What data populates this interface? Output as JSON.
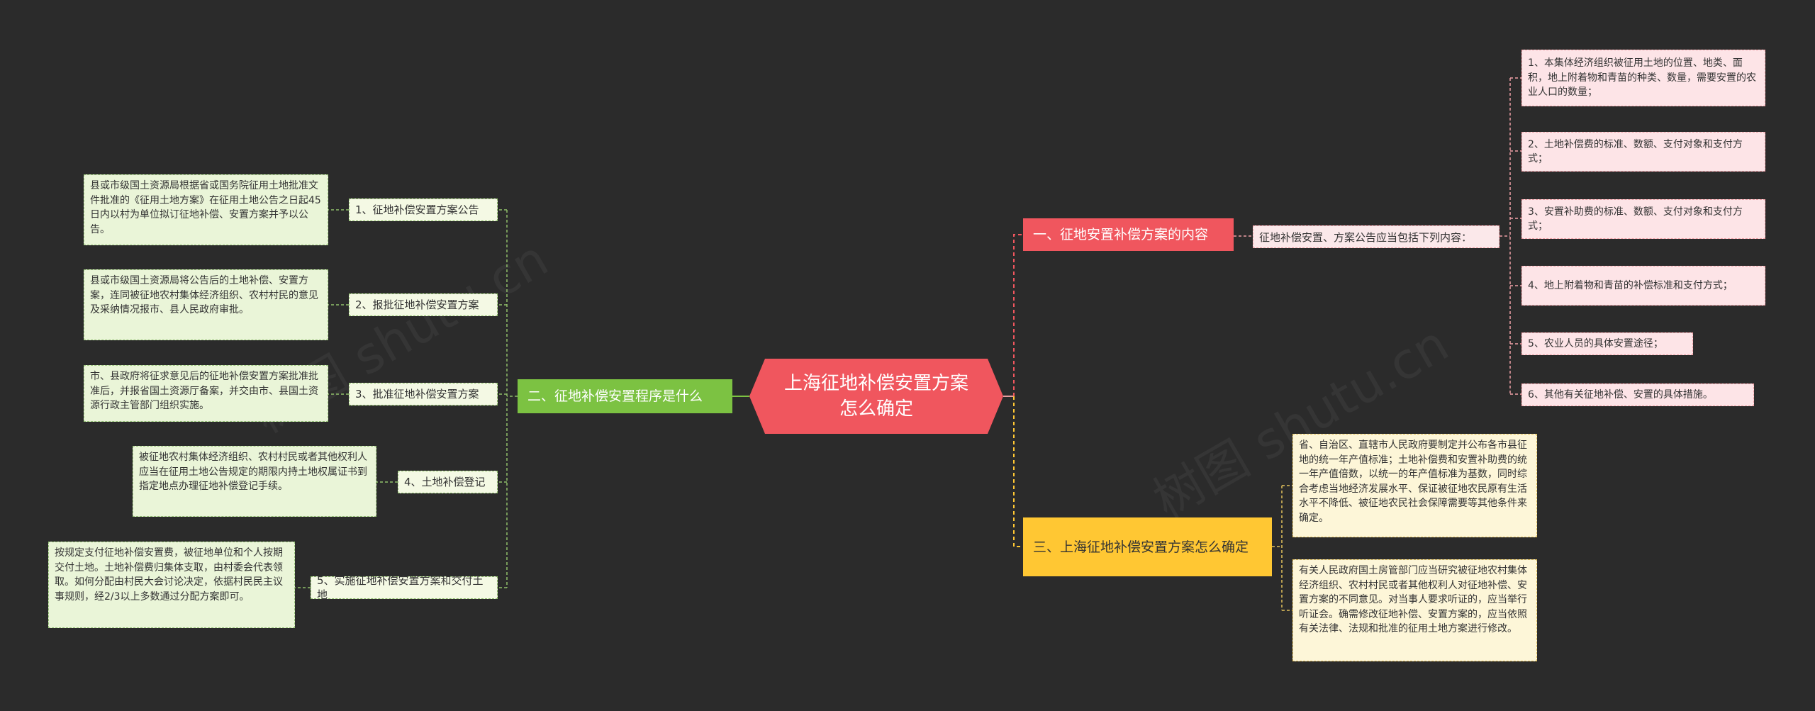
{
  "root": {
    "title": "上海征地补偿安置方案怎么确定"
  },
  "branch1": {
    "title": "一、征地安置补偿方案的内容",
    "intro": "征地补偿安置、方案公告应当包括下列内容：",
    "items": [
      "1、本集体经济组织被征用土地的位置、地类、面积，地上附着物和青苗的种类、数量，需要安置的农业人口的数量；",
      "2、土地补偿费的标准、数额、支付对象和支付方式；",
      "3、安置补助费的标准、数额、支付对象和支付方式；",
      "4、地上附着物和青苗的补偿标准和支付方式；",
      "5、农业人员的具体安置途径；",
      "6、其他有关征地补偿、安置的具体措施。"
    ]
  },
  "branch2": {
    "title": "二、征地补偿安置程序是什么",
    "steps": [
      {
        "label": "1、征地补偿安置方案公告",
        "detail": "县或市级国土资源局根据省或国务院征用土地批准文件批准的《征用土地方案》在征用土地公告之日起45日内以村为单位拟订征地补偿、安置方案并予以公告。"
      },
      {
        "label": "2、报批征地补偿安置方案",
        "detail": "县或市级国土资源局将公告后的土地补偿、安置方案，连同被征地农村集体经济组织、农村村民的意见及采纳情况报市、县人民政府审批。"
      },
      {
        "label": "3、批准征地补偿安置方案",
        "detail": "市、县政府将征求意见后的征地补偿安置方案批准批准后，并报省国土资源厅备案，并交由市、县国土资源行政主管部门组织实施。"
      },
      {
        "label": "4、土地补偿登记",
        "detail": "被征地农村集体经济组织、农村村民或者其他权利人应当在征用土地公告规定的期限内持土地权属证书到指定地点办理征地补偿登记手续。"
      },
      {
        "label": "5、实施征地补偿安置方案和交付土地",
        "detail": "按规定支付征地补偿安置费，被征地单位和个人按期交付土地。土地补偿费归集体支取，由村委会代表领取。如何分配由村民大会讨论决定，依据村民民主议事规则，经2/3以上多数通过分配方案即可。"
      }
    ]
  },
  "branch3": {
    "title": "三、上海征地补偿安置方案怎么确定",
    "details": [
      "省、自治区、直辖市人民政府要制定并公布各市县征地的统一年产值标准；土地补偿费和安置补助费的统一年产值倍数，以统一的年产值标准为基数，同时综合考虑当地经济发展水平、保证被征地农民原有生活水平不降低、被征地农民社会保障需要等其他条件来确定。",
      "有关人民政府国土房管部门应当研究被征地农村集体经济组织、农村村民或者其他权利人对征地补偿、安置方案的不同意见。对当事人要求听证的，应当举行听证会。确需修改征地补偿、安置方案的，应当依照有关法律、法规和批准的征用土地方案进行修改。"
    ]
  },
  "colors": {
    "background": "#2b2b2b",
    "root": "#f0565e",
    "branch1": "#f0565e",
    "branch2": "#7cc242",
    "branch3": "#ffc733"
  }
}
